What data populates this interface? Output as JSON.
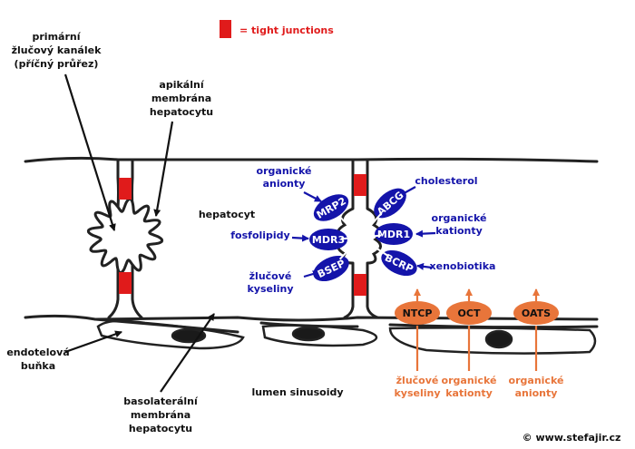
{
  "colors": {
    "line": "#222222",
    "tight_junction": "#e01b1b",
    "blue": "#1414aa",
    "orange": "#e8753a",
    "black_label": "#111111",
    "legend_red_text": "#e01b1b"
  },
  "legend": {
    "text": "= tight junctions"
  },
  "labels": {
    "canal_line1": "primární",
    "canal_line2": "žlučový kanálek",
    "canal_line3": "(příčný průřez)",
    "apical_line1": "apikální",
    "apical_line2": "membrána",
    "apical_line3": "hepatocytu",
    "hepatocyte": "hepatocyt",
    "endo_line1": "endotelová",
    "endo_line2": "buňka",
    "baso_line1": "basolaterální",
    "baso_line2": "membrána",
    "baso_line3": "hepatocytu",
    "lumen": "lumen sinusoidy",
    "copyright": "© www.stefajir.cz"
  },
  "apical_transporters": [
    {
      "name": "MRP2",
      "substrate": [
        "organické",
        "anionty"
      ]
    },
    {
      "name": "ABCG",
      "substrate": [
        "cholesterol"
      ]
    },
    {
      "name": "MDR3",
      "substrate": [
        "fosfolipidy"
      ]
    },
    {
      "name": "MDR1",
      "substrate": [
        "organické",
        "kationty"
      ]
    },
    {
      "name": "BSEP",
      "substrate": [
        "žlučové",
        "kyseliny"
      ]
    },
    {
      "name": "BCRP",
      "substrate": [
        "xenobiotika"
      ]
    }
  ],
  "basolateral_transporters": [
    {
      "name": "NTCP",
      "substrate": [
        "žlučové",
        "kyseliny"
      ]
    },
    {
      "name": "OCT",
      "substrate": [
        "organické",
        "kationty"
      ]
    },
    {
      "name": "OATS",
      "substrate": [
        "organické",
        "anionty"
      ]
    }
  ]
}
